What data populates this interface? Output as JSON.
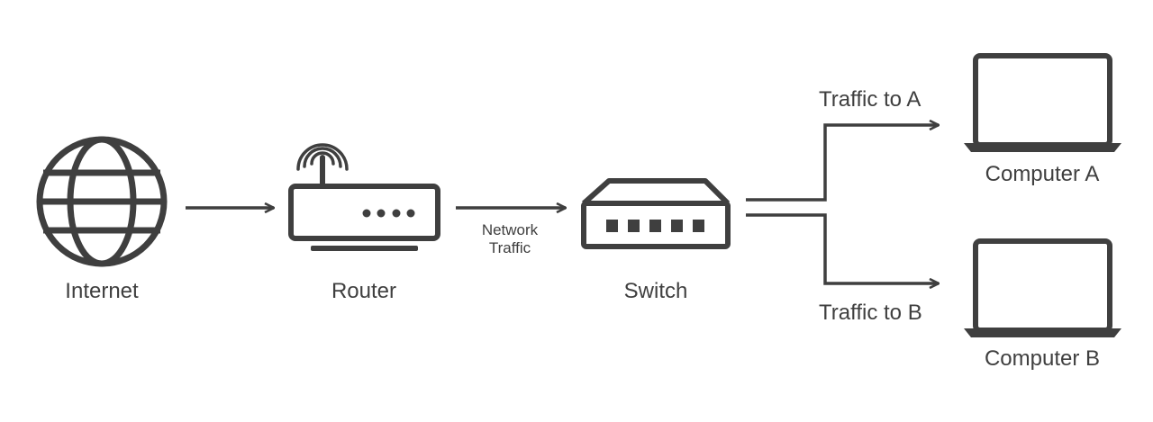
{
  "colors": {
    "stroke": "#3f3f3f",
    "background": "#ffffff"
  },
  "nodes": {
    "internet": {
      "label": "Internet",
      "icon": "globe-icon"
    },
    "router": {
      "label": "Router",
      "icon": "router-icon"
    },
    "switch": {
      "label": "Switch",
      "icon": "network-switch-icon"
    },
    "computer_a": {
      "label": "Computer A",
      "icon": "laptop-icon"
    },
    "computer_b": {
      "label": "Computer B",
      "icon": "laptop-icon"
    }
  },
  "edges": {
    "internet_to_router": {
      "label": ""
    },
    "router_to_switch": {
      "label_line1": "Network",
      "label_line2": "Traffic"
    },
    "switch_to_a": {
      "label": "Traffic to A"
    },
    "switch_to_b": {
      "label": "Traffic to B"
    }
  }
}
